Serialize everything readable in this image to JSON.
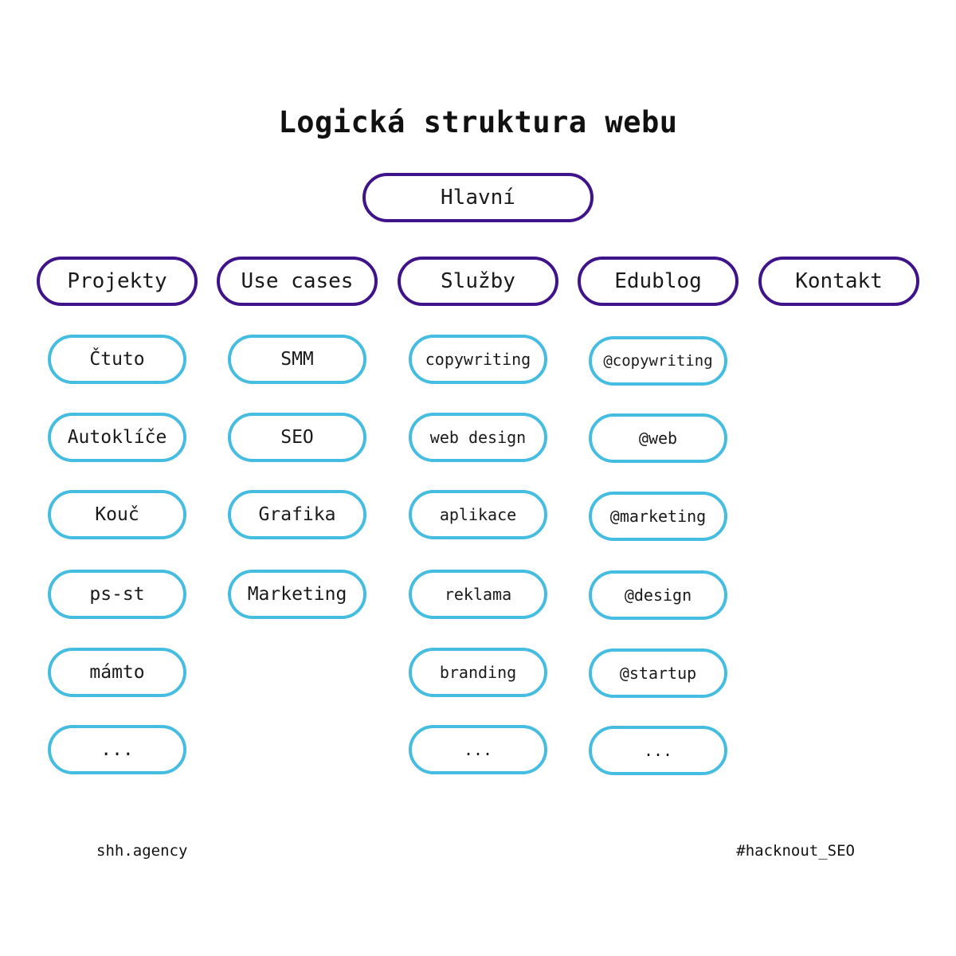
{
  "title": "Logická struktura webu",
  "colors": {
    "section_border": "#3f148a",
    "item_border": "#45bde0",
    "text": "#111111",
    "background": "#ffffff"
  },
  "root": {
    "label": "Hlavní"
  },
  "sections": [
    {
      "label": "Projekty",
      "items": [
        "Čtuto",
        "Autoklíče",
        "Kouč",
        "ps-st",
        "mámto",
        "..."
      ]
    },
    {
      "label": "Use cases",
      "items": [
        "SMM",
        "SEO",
        "Grafika",
        "Marketing"
      ]
    },
    {
      "label": "Služby",
      "items": [
        "copywriting",
        "web design",
        "aplikace",
        "reklama",
        "branding",
        "..."
      ]
    },
    {
      "label": "Edublog",
      "items": [
        "@copywriting",
        "@web",
        "@marketing",
        "@design",
        "@startup",
        "..."
      ]
    },
    {
      "label": "Kontakt",
      "items": []
    }
  ],
  "footer": {
    "left": "shh.agency",
    "right": "#hacknout_SEO"
  }
}
